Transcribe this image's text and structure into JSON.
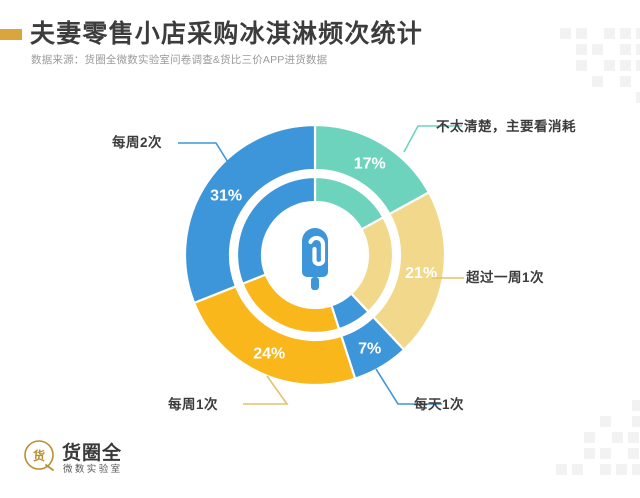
{
  "header": {
    "title": "夫妻零售小店采购冰淇淋频次统计",
    "subtitle": "数据来源：货圈全微数实验室问卷调查&货比三价APP进货数据",
    "accent_color": "#d8a63c"
  },
  "logo": {
    "mark": "货",
    "name": "货圈全",
    "sub": "微数实验室"
  },
  "chart_data": {
    "type": "pie",
    "title": "夫妻零售小店采购冰淇淋频次统计",
    "subtitle": "数据来源：货圈全微数实验室问卷调查&货比三价APP进货数据",
    "style": "double-ring donut",
    "center_icon": "popsicle-icon",
    "categories": [
      "不太清楚，主要看消耗",
      "超过一周1次",
      "每天1次",
      "每周1次",
      "每周2次"
    ],
    "values": [
      17,
      21,
      7,
      24,
      31
    ],
    "value_labels": [
      "17%",
      "21%",
      "7%",
      "24%",
      "31%"
    ],
    "colors": [
      "#6ed3bd",
      "#f2d88a",
      "#3d96d9",
      "#f9b71b",
      "#3d96d9"
    ],
    "inner_colors": [
      "#6ed3bd",
      "#f2d88a",
      "#3d96d9",
      "#f9b71b",
      "#3d96d9"
    ],
    "start_angle_deg": 0,
    "direction": "clockwise",
    "legend": "callout-labels",
    "grid": false,
    "slices": [
      {
        "label": "不太清楚，主要看消耗",
        "label_line1": "不太清楚，主要",
        "label_line2": "看消耗",
        "value": 17,
        "value_label": "17%",
        "color": "#6ed3bd"
      },
      {
        "label": "超过一周1次",
        "value": 21,
        "value_label": "21%",
        "color": "#f2d88a"
      },
      {
        "label": "每天1次",
        "value": 7,
        "value_label": "7%",
        "color": "#3d96d9"
      },
      {
        "label": "每周1次",
        "value": 24,
        "value_label": "24%",
        "color": "#f9b71b"
      },
      {
        "label": "每周2次",
        "value": 31,
        "value_label": "31%",
        "color": "#3d96d9"
      }
    ]
  }
}
